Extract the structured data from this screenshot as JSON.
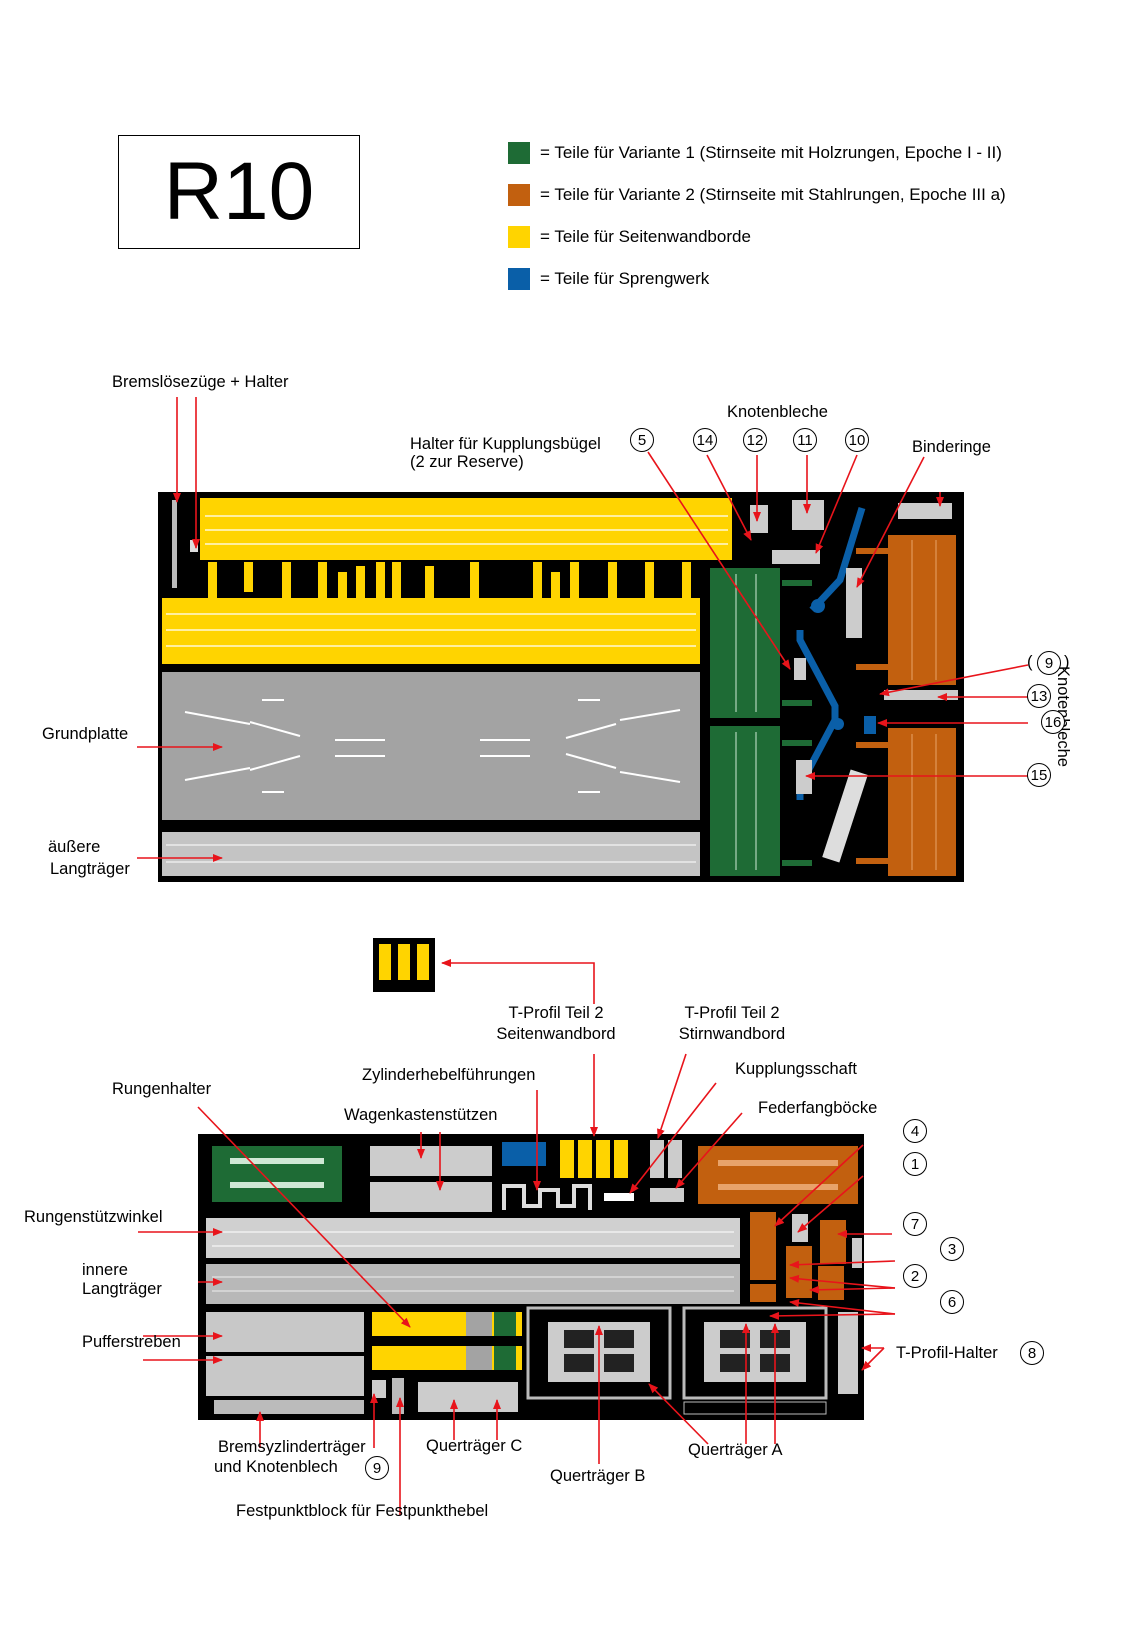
{
  "title": "R10",
  "legend": [
    {
      "color": "#1e6b35",
      "text": "= Teile für Variante 1 (Stirnseite mit Holzrungen, Epoche I - II)"
    },
    {
      "color": "#c2600f",
      "text": "= Teile für Variante 2 (Stirnseite mit Stahlrungen, Epoche III a)"
    },
    {
      "color": "#ffd400",
      "text": "= Teile für Seitenwandborde"
    },
    {
      "color": "#0a5fa8",
      "text": "= Teile für Sprengwerk"
    }
  ],
  "sheet1": {
    "labels": {
      "bremsloesezuege": "Bremslösezüge + Halter",
      "knotenbleche_top": "Knotenbleche",
      "halter_kupplung_1": "Halter für Kupplungsbügel",
      "halter_kupplung_2": "(2 zur Reserve)",
      "binderinge": "Binderinge",
      "grundplatte": "Grundplatte",
      "aeussere_1": "äußere",
      "aeussere_2": "Langträger",
      "knotenbleche_side": "Knotenbleche"
    },
    "numbers": {
      "n5": "5",
      "n14": "14",
      "n12": "12",
      "n11": "11",
      "n10": "10",
      "n9": "9",
      "n13": "13",
      "n16": "16",
      "n15": "15"
    },
    "paren_open": "(",
    "paren_close": ")"
  },
  "sheet2": {
    "labels": {
      "tprofil_sw_1": "T-Profil Teil 2",
      "tprofil_sw_2": "Seitenwandbord",
      "tprofil_st_1": "T-Profil Teil 2",
      "tprofil_st_2": "Stirnwandbord",
      "rungenhalter": "Rungenhalter",
      "zylinderhebel": "Zylinderhebelführungen",
      "kupplungsschaft": "Kupplungsschaft",
      "wagenkasten": "Wagenkastenstützen",
      "federfang": "Federfangböcke",
      "rungenstuetz": "Rungenstützwinkel",
      "innere_1": "innere",
      "innere_2": "Langträger",
      "pufferstreben": "Pufferstreben",
      "tprofil_halter": "T-Profil-Halter",
      "bremszyl_1": "Bremsyzlinderträger",
      "bremszyl_2": "und Knotenblech",
      "quertraeger_c": "Querträger C",
      "quertraeger_a": "Querträger A",
      "quertraeger_b": "Querträger B",
      "festpunkt": "Festpunktblock für Festpunkthebel"
    },
    "numbers": {
      "n4": "4",
      "n1": "1",
      "n7": "7",
      "n3": "3",
      "n2": "2",
      "n6": "6",
      "n8": "8",
      "n9": "9"
    }
  }
}
